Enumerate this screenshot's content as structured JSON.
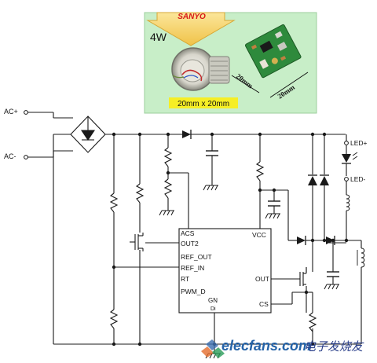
{
  "inset": {
    "brand": "SANYO",
    "power": "4W",
    "size_label": "20mm x 20mm",
    "dim_a": "20mm",
    "dim_b": "20mm",
    "background_color": "#c8eec8",
    "label_box_color": "#f6ee25",
    "arrow_color": "#f5cf59"
  },
  "circuit": {
    "ac_plus": "AC+",
    "ac_minus": "AC-",
    "led_plus": "LED+",
    "led_minus": "LED-",
    "ic": {
      "acs": "ACS",
      "out2": "OUT2",
      "ref_out": "REF_OUT",
      "ref_in": "REF_IN",
      "rt": "RT",
      "pwm": "PWM_D",
      "gnd": "GN",
      "di": "Di",
      "vcc": "VCC",
      "out": "OUT",
      "cs": "CS"
    }
  },
  "watermark": {
    "site": "elecfans.com",
    "cn": "电子发烧友"
  }
}
